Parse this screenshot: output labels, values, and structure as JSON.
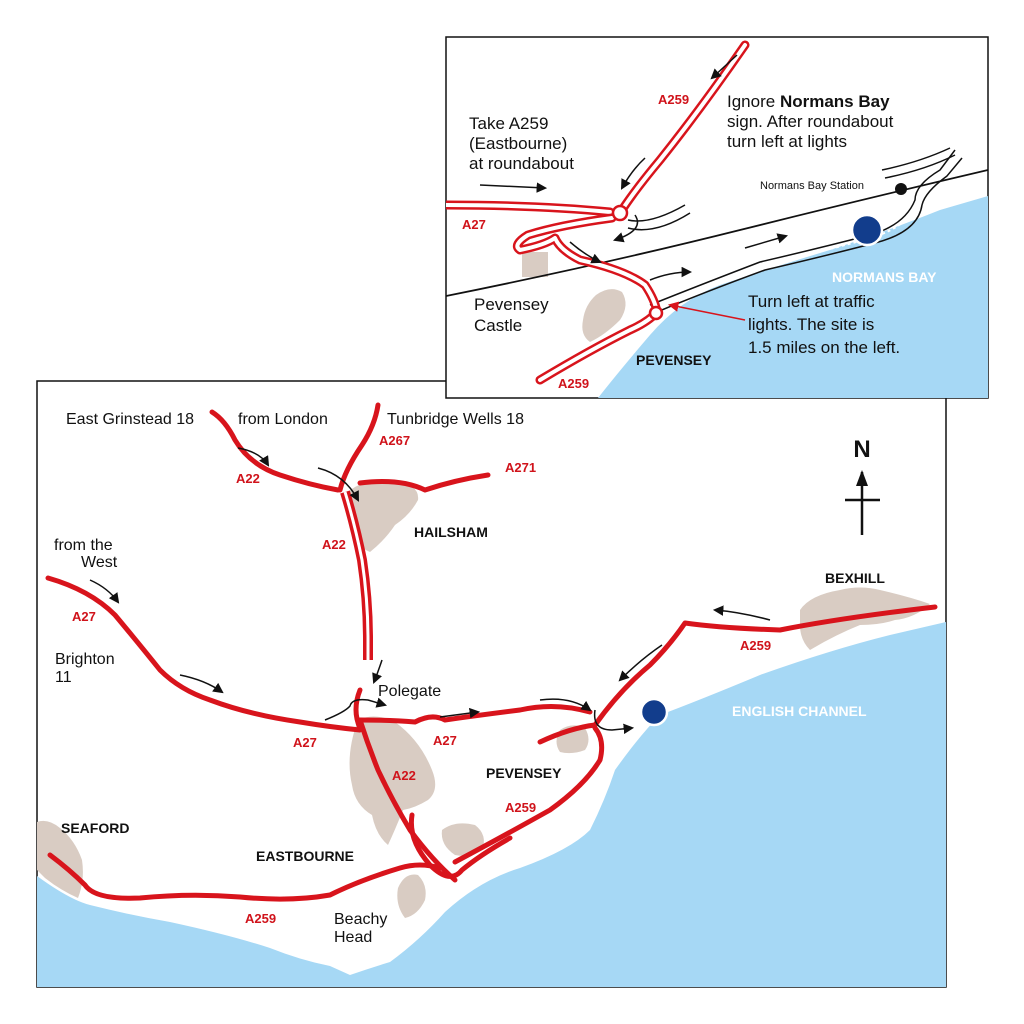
{
  "colors": {
    "road": "#d8141c",
    "sea": "#a6d8f5",
    "town": "#d9ccc3",
    "site": "#123d8c",
    "frame": "#111111"
  },
  "main_map": {
    "roads": {
      "a22_west": "A22",
      "a267": "A267",
      "a271": "A271",
      "a22_dual": "A22",
      "a27_west": "A27",
      "a27_mid": "A27",
      "a27_east": "A27",
      "a22_south": "A22",
      "a259_east": "A259",
      "a259_mid": "A259",
      "a259_south": "A259"
    },
    "directions": {
      "east_grinstead": "East Grinstead 18",
      "from_london": "from London",
      "tunbridge_wells": "Tunbridge Wells 18",
      "from_west_line1": "from the",
      "from_west_line2": "West",
      "brighton_line1": "Brighton",
      "brighton_line2": "11"
    },
    "places": {
      "hailsham": "HAILSHAM",
      "bexhill": "BEXHILL",
      "polegate": "Polegate",
      "pevensey": "PEVENSEY",
      "seaford": "SEAFORD",
      "eastbourne": "EASTBOURNE",
      "beachy_line1": "Beachy",
      "beachy_line2": "Head",
      "channel": "ENGLISH CHANNEL"
    },
    "compass": "N"
  },
  "inset_map": {
    "roads": {
      "a259_north": "A259",
      "a27": "A27",
      "a259_south": "A259"
    },
    "notes": {
      "take_line1": "Take A259",
      "take_line2": "(Eastbourne)",
      "take_line3": "at roundabout",
      "ignore_prefix": "Ignore ",
      "ignore_bold": "Normans Bay",
      "ignore_line2": "sign. After roundabout",
      "ignore_line3": "turn left at lights",
      "station": "Normans Bay Station",
      "turn_line1": "Turn left at traffic",
      "turn_line2": "lights. The site is",
      "turn_line3": "1.5 miles on the left."
    },
    "places": {
      "castle_line1": "Pevensey",
      "castle_line2": "Castle",
      "normans_bay": "NORMANS BAY",
      "pevensey": "PEVENSEY"
    }
  }
}
